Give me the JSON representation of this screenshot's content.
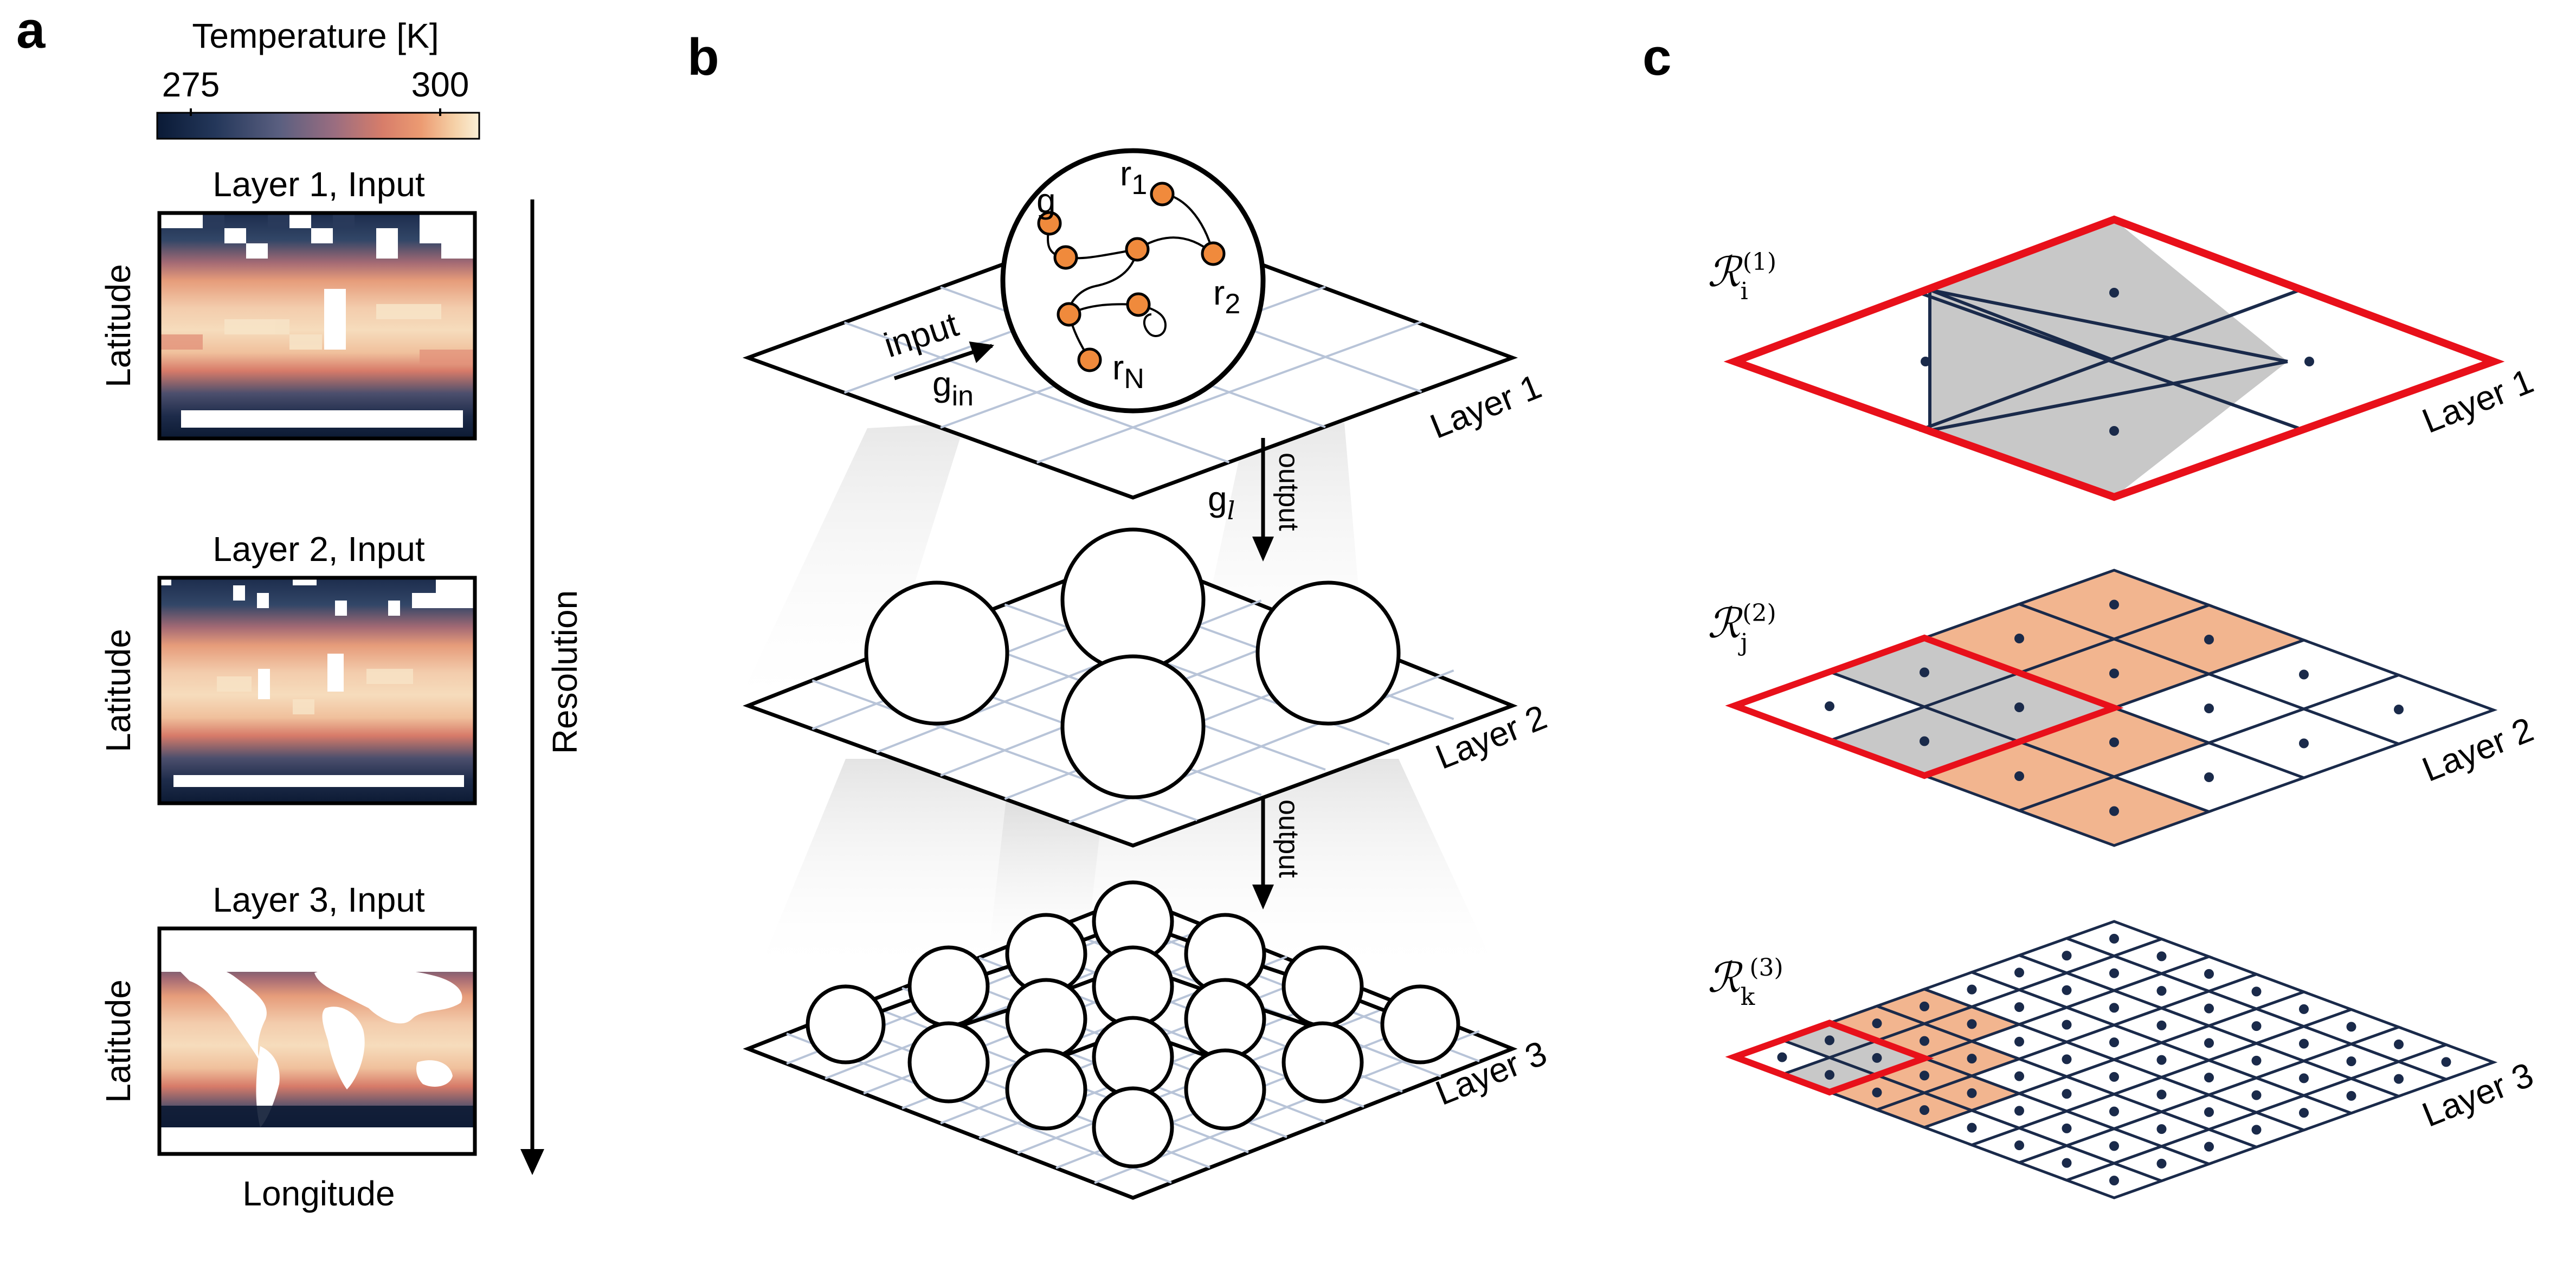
{
  "panels": {
    "a": "a",
    "b": "b",
    "c": "c"
  },
  "panel_a": {
    "colorbar": {
      "title": "Temperature [K]",
      "ticks": [
        "275",
        "300"
      ],
      "colors": [
        "#0a1a36",
        "#24375a",
        "#4d5f80",
        "#8a6f84",
        "#c77b6b",
        "#e8936b",
        "#f2c79e",
        "#f8e8c6"
      ]
    },
    "maps": [
      {
        "title": "Layer 1, Input",
        "ylabel": "Latitude"
      },
      {
        "title": "Layer 2, Input",
        "ylabel": "Latitude"
      },
      {
        "title": "Layer 3, Input",
        "ylabel": "Latitude"
      }
    ],
    "xlabel": "Longitude",
    "arrow_label": "Resolution"
  },
  "panel_b": {
    "layers": [
      "Layer 1",
      "Layer 2",
      "Layer 3"
    ],
    "input_label": "input",
    "g_in": "g",
    "g_in_sub": "in",
    "reservoir": {
      "g": "g",
      "r1": "r",
      "r1_sub": "1",
      "r2": "r",
      "r2_sub": "2",
      "rN": "r",
      "rN_sub": "N"
    },
    "output_labels": [
      "output",
      "output"
    ],
    "g_l": "g",
    "g_l_sub": "l",
    "node_color": "#f08a3c",
    "grid_color": "#b8c4d8"
  },
  "panel_c": {
    "layers": [
      "Layer 1",
      "Layer 2",
      "Layer 3"
    ],
    "regions": [
      {
        "symbol": "ℛ",
        "sub": "i",
        "sup": "(1)"
      },
      {
        "symbol": "ℛ",
        "sub": "j",
        "sup": "(2)"
      },
      {
        "symbol": "ℛ",
        "sub": "k",
        "sup": "(3)"
      }
    ],
    "colors": {
      "outline": "#e8101a",
      "grid": "#1a2a4a",
      "gray": "#c8c8c8",
      "orange": "#f2b58f"
    }
  }
}
